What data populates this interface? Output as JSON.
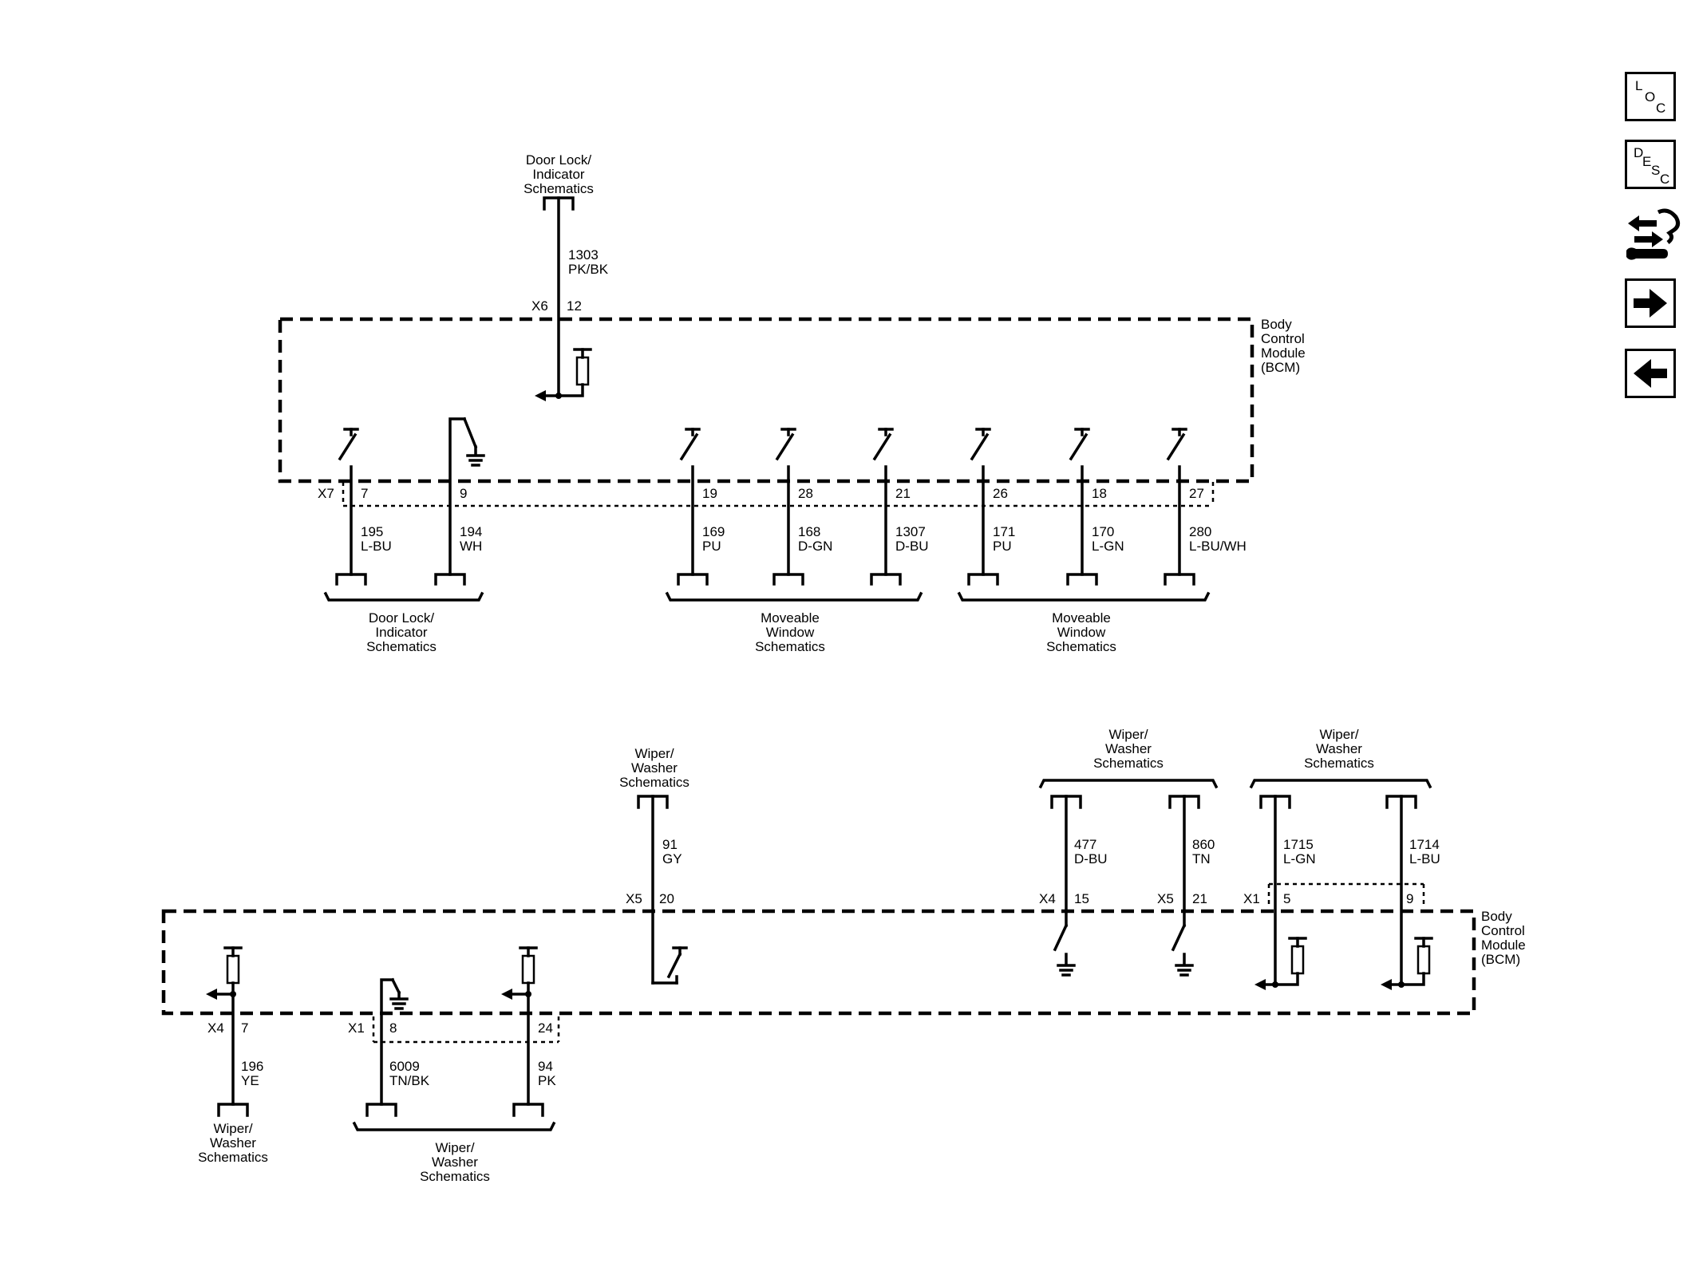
{
  "top": {
    "top_ref": [
      "Door Lock/",
      "Indicator",
      "Schematics"
    ],
    "top_wire": {
      "circuit": "1303",
      "color": "PK/BK",
      "connector": "X6",
      "pin": "12"
    },
    "module_name": [
      "Body",
      "Control",
      "Module",
      "(BCM)"
    ],
    "connector": "X7",
    "wires": [
      {
        "pin": "7",
        "circuit": "195",
        "color": "L-BU"
      },
      {
        "pin": "9",
        "circuit": "194",
        "color": "WH"
      },
      {
        "pin": "19",
        "circuit": "169",
        "color": "PU"
      },
      {
        "pin": "28",
        "circuit": "168",
        "color": "D-GN"
      },
      {
        "pin": "21",
        "circuit": "1307",
        "color": "D-BU"
      },
      {
        "pin": "26",
        "circuit": "171",
        "color": "PU"
      },
      {
        "pin": "18",
        "circuit": "170",
        "color": "L-GN"
      },
      {
        "pin": "27",
        "circuit": "280",
        "color": "L-BU/WH"
      }
    ],
    "groups": [
      [
        "Door Lock/",
        "Indicator",
        "Schematics"
      ],
      [
        "Moveable",
        "Window",
        "Schematics"
      ],
      [
        "Moveable",
        "Window",
        "Schematics"
      ]
    ]
  },
  "bottom": {
    "module_name": [
      "Body",
      "Control",
      "Module",
      "(BCM)"
    ],
    "wiper_top_ref": [
      "Wiper/",
      "Washer",
      "Schematics"
    ],
    "w91": {
      "circuit": "91",
      "color": "GY",
      "connector": "X5",
      "pin": "20"
    },
    "right_groups": [
      [
        "Wiper/",
        "Washer",
        "Schematics"
      ],
      [
        "Wiper/",
        "Washer",
        "Schematics"
      ]
    ],
    "right_wires": [
      {
        "circuit": "477",
        "color": "D-BU",
        "connector": "X4",
        "pin": "15"
      },
      {
        "circuit": "860",
        "color": "TN",
        "connector": "X5",
        "pin": "21"
      },
      {
        "circuit": "1715",
        "color": "L-GN",
        "connector": "X1",
        "pin": "5"
      },
      {
        "circuit": "1714",
        "color": "L-BU",
        "connector": "",
        "pin": "9"
      }
    ],
    "left_wires": [
      {
        "circuit": "196",
        "color": "YE",
        "connector": "X4",
        "pin": "7"
      },
      {
        "circuit": "6009",
        "color": "TN/BK",
        "connector": "X1",
        "pin": "8"
      },
      {
        "circuit": "94",
        "color": "PK",
        "connector": "",
        "pin": "24"
      }
    ],
    "left_ref": [
      "Wiper/",
      "Washer",
      "Schematics"
    ],
    "left_group": [
      "Wiper/",
      "Washer",
      "Schematics"
    ]
  },
  "nav": {
    "loc": {
      "l": "L",
      "o": "O",
      "c": "C"
    },
    "desc": {
      "d": "D",
      "e": "E",
      "s": "S",
      "c": "C"
    },
    "icons": [
      "connector-tool-icon",
      "arrow-right-icon",
      "arrow-left-icon"
    ]
  }
}
